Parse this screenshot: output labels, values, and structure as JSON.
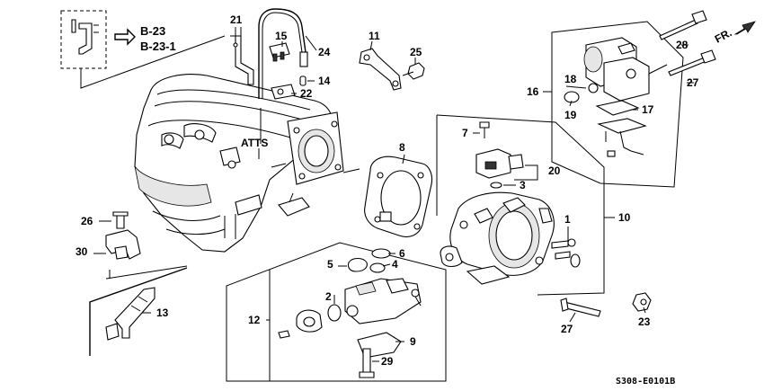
{
  "diagram": {
    "code": "S308-E0101B",
    "direction_label": "FR.",
    "atts_label": "ATTS",
    "ref_labels": [
      "B-23",
      "B-23-1"
    ],
    "callouts": [
      {
        "id": "1",
        "label": "1"
      },
      {
        "id": "2",
        "label": "2"
      },
      {
        "id": "3",
        "label": "3"
      },
      {
        "id": "4",
        "label": "4"
      },
      {
        "id": "5",
        "label": "5"
      },
      {
        "id": "6",
        "label": "6"
      },
      {
        "id": "7",
        "label": "7"
      },
      {
        "id": "8",
        "label": "8"
      },
      {
        "id": "9",
        "label": "9"
      },
      {
        "id": "10",
        "label": "10"
      },
      {
        "id": "11",
        "label": "11"
      },
      {
        "id": "12",
        "label": "12"
      },
      {
        "id": "13",
        "label": "13"
      },
      {
        "id": "14",
        "label": "14"
      },
      {
        "id": "15",
        "label": "15"
      },
      {
        "id": "16",
        "label": "16"
      },
      {
        "id": "17",
        "label": "17"
      },
      {
        "id": "18",
        "label": "18"
      },
      {
        "id": "19",
        "label": "19"
      },
      {
        "id": "20",
        "label": "20"
      },
      {
        "id": "21",
        "label": "21"
      },
      {
        "id": "22",
        "label": "22"
      },
      {
        "id": "23",
        "label": "23"
      },
      {
        "id": "24",
        "label": "24"
      },
      {
        "id": "25",
        "label": "25"
      },
      {
        "id": "26",
        "label": "26"
      },
      {
        "id": "27a",
        "label": "27"
      },
      {
        "id": "27b",
        "label": "27"
      },
      {
        "id": "28",
        "label": "28"
      },
      {
        "id": "29",
        "label": "29"
      },
      {
        "id": "30",
        "label": "30"
      }
    ]
  }
}
